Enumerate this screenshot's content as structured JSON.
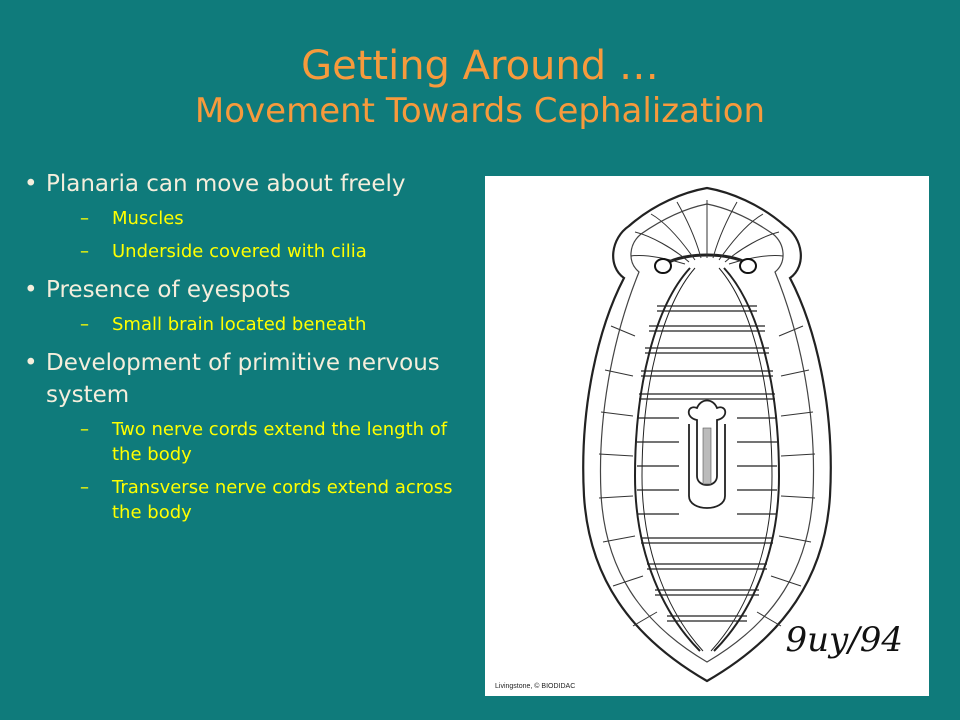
{
  "slide": {
    "title": "Getting Around …",
    "subtitle": "Movement Towards Cephalization",
    "bullets": [
      {
        "text": "Planaria can move about freely",
        "subs": [
          "Muscles",
          "Underside covered with cilia"
        ]
      },
      {
        "text": "Presence of eyespots",
        "subs": [
          "Small brain located beneath"
        ]
      },
      {
        "text": "Development of primitive nervous system",
        "subs": [
          "Two nerve cords extend the length of the body",
          "Transverse nerve cords extend across the body"
        ]
      }
    ]
  },
  "figure": {
    "credit": "Livingstone, © BIODIDAC",
    "signature": "9uy/94"
  },
  "colors": {
    "background": "#0f7b7b",
    "title": "#f79a3c",
    "bullet_text": "#f4eedc",
    "sub_text": "#ffff00"
  }
}
